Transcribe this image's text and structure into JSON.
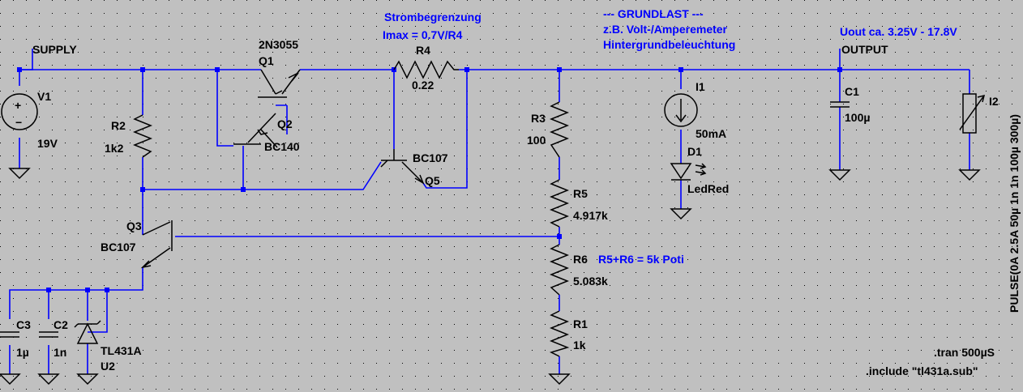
{
  "schematic": {
    "nets": {
      "supply": "SUPPLY",
      "output": "OUTPUT"
    },
    "components": {
      "V1": {
        "name": "V1",
        "value": "19V"
      },
      "R2": {
        "name": "R2",
        "value": "1k2"
      },
      "Q1": {
        "name": "Q1",
        "value": "2N3055"
      },
      "Q2": {
        "name": "Q2",
        "value": "BC140"
      },
      "R4": {
        "name": "R4",
        "value": "0.22"
      },
      "Q5": {
        "name": "Q5",
        "value": "BC107"
      },
      "Q3": {
        "name": "Q3",
        "value": "BC107"
      },
      "R3": {
        "name": "R3",
        "value": "100"
      },
      "R5": {
        "name": "R5",
        "value": "4.917k"
      },
      "R6": {
        "name": "R6",
        "value": "5.083k"
      },
      "R1": {
        "name": "R1",
        "value": "1k"
      },
      "I1": {
        "name": "I1",
        "value": "50mA"
      },
      "D1": {
        "name": "D1",
        "value": "LedRed"
      },
      "C1": {
        "name": "C1",
        "value": "100µ"
      },
      "I2": {
        "name": "I2",
        "value": "PULSE(0A 2.5A 50µ 1n 1n 100µ 300µ)"
      },
      "C3": {
        "name": "C3",
        "value": "1µ"
      },
      "C2": {
        "name": "C2",
        "value": "1n"
      },
      "U2": {
        "name": "U2",
        "value": "TL431A"
      }
    },
    "comments": {
      "current_limit_title": "Strombegrenzung",
      "current_limit_formula": "Imax = 0.7V/R4",
      "base_load_title": "---   GRUNDLAST   ---",
      "base_load_line2": "z.B. Volt-/Amperemeter",
      "base_load_line3": "Hintergrundbeleuchtung",
      "uout_range": "Uout ca. 3.25V - 17.8V",
      "poti_note": "R5+R6 = 5k Poti"
    },
    "directives": {
      "tran": ".tran 500µS",
      "include": ".include \"tl431a.sub\""
    },
    "colors": {
      "background": "#c0c0c0",
      "grid_dot": "#000000",
      "wire": "#0000ff",
      "component": "#000000",
      "comment_text": "#0000ff"
    }
  }
}
